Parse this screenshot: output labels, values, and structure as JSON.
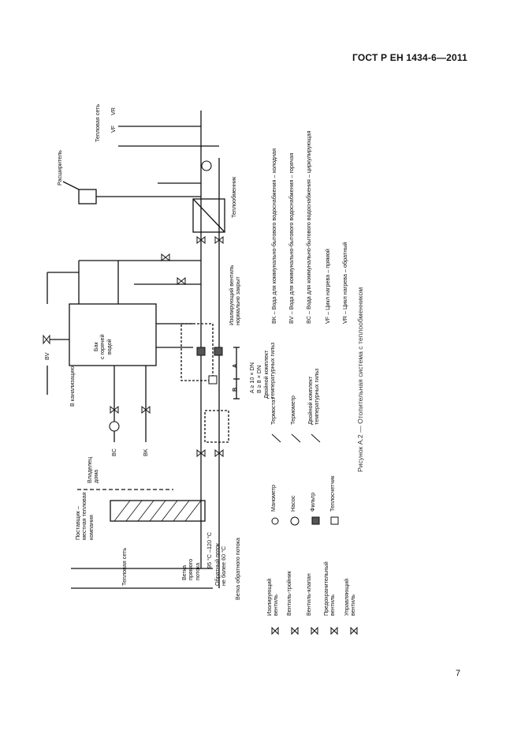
{
  "header": {
    "doc_id": "ГОСТ Р ЕН 1434-6—2011"
  },
  "page": {
    "number": "7"
  },
  "figure": {
    "caption": "Рисунок А.2 — Отопительная система с теплообменником",
    "labels": {
      "heat_network": "Тепловая сеть",
      "heat_network_right": "Тепловая сеть",
      "expansion": "Расширитель",
      "supplier": "Поставщик –\nместная тепловая\nкомпания",
      "owner": "Владелец\nдома",
      "sewer": "В канализацию",
      "supply_branch": "Ветка\nпрямого\nпотока",
      "temp_supply": "95 °C –120 °C",
      "temp_return": "Обратный поток\nне более 60 °C",
      "return_branch": "Ветка обратного потока",
      "tank": "Бак\nс горячей\nводой",
      "exchanger": "Теплообменник",
      "isolating_valve_closed": "Изолирующий вентиль\nнормально закрыт",
      "dim_a": "A ≥ 10 × DN",
      "dim_b": "B ≥ 8 × DN",
      "dual_set": "Двойной комплект\nтемпературных гильз",
      "a_mark": "A",
      "b_mark": "B",
      "bv": "BV",
      "bc": "BC",
      "bk": "BK",
      "vf": "VF",
      "vr": "VR"
    },
    "legend_left": [
      {
        "symbol": "isolating-valve",
        "label": "Изолирующий\nвентиль"
      },
      {
        "symbol": "three-way-valve",
        "label": "Вентиль-тройник"
      },
      {
        "symbol": "check-valve",
        "label": "Вентиль-клапан"
      },
      {
        "symbol": "safety-valve",
        "label": "Предохранительный\nвентиль"
      },
      {
        "symbol": "control-valve",
        "label": "Управляющий\nвентиль"
      }
    ],
    "legend_mid": [
      {
        "symbol": "manometer",
        "label": "Манометр"
      },
      {
        "symbol": "pump",
        "label": "Насос"
      },
      {
        "symbol": "filter",
        "label": "Фильтр"
      },
      {
        "symbol": "heat-meter",
        "label": "Теплосчетчик"
      }
    ],
    "legend_right": [
      {
        "symbol": "thermostat",
        "label": "Термостат"
      },
      {
        "symbol": "thermometer",
        "label": "Термометр"
      },
      {
        "symbol": "dual-sleeves",
        "label": "Двойной комплект\nтемпературных гильз"
      }
    ],
    "legend_codes": [
      "BK – Вода для коммунально-бытового водоснабжения – холодная",
      "BV – Вода для коммунально-бытового водоснабжения – горячая",
      "BC – Вода для коммунально-бытового водоснабжения – циркулирующая",
      "VF – Цикл нагрева – прямой",
      "VR – Цикл нагрева – обратный"
    ]
  }
}
